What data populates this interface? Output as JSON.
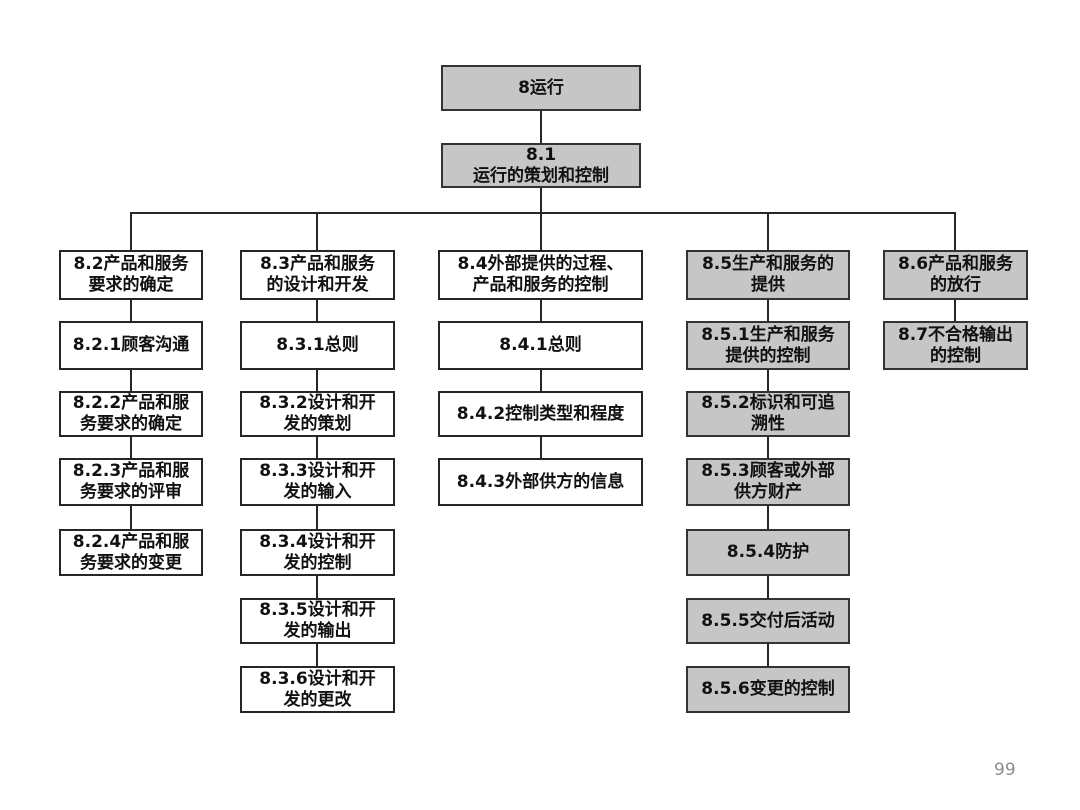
{
  "page": {
    "number": "99"
  },
  "colors": {
    "gray_box_fill": "#c6c6c6",
    "white_box_fill": "#ffffff",
    "box_border": "#262626",
    "connector_line": "#262626",
    "page_number_text": "#8c8c8c"
  },
  "diagram": {
    "root": {
      "lines": [
        "8运行"
      ]
    },
    "planning": {
      "lines": [
        "8.1",
        "运行的策划和控制"
      ]
    },
    "columns": [
      {
        "header": {
          "lines": [
            "8.2产品和服务",
            "要求的确定"
          ]
        },
        "items": [
          {
            "lines": [
              "8.2.1顾客沟通"
            ]
          },
          {
            "lines": [
              "8.2.2产品和服",
              "务要求的确定"
            ]
          },
          {
            "lines": [
              "8.2.3产品和服",
              "务要求的评审"
            ]
          },
          {
            "lines": [
              "8.2.4产品和服",
              "务要求的变更"
            ]
          }
        ]
      },
      {
        "header": {
          "lines": [
            "8.3产品和服务",
            "的设计和开发"
          ]
        },
        "items": [
          {
            "lines": [
              "8.3.1总则"
            ]
          },
          {
            "lines": [
              "8.3.2设计和开",
              "发的策划"
            ]
          },
          {
            "lines": [
              "8.3.3设计和开",
              "发的输入"
            ]
          },
          {
            "lines": [
              "8.3.4设计和开",
              "发的控制"
            ]
          },
          {
            "lines": [
              "8.3.5设计和开",
              "发的输出"
            ]
          },
          {
            "lines": [
              "8.3.6设计和开",
              "发的更改"
            ]
          }
        ]
      },
      {
        "header": {
          "lines": [
            "8.4外部提供的过程、",
            "产品和服务的控制"
          ]
        },
        "items": [
          {
            "lines": [
              "8.4.1总则"
            ]
          },
          {
            "lines": [
              "8.4.2控制类型和程度"
            ]
          },
          {
            "lines": [
              "8.4.3外部供方的信息"
            ]
          }
        ]
      },
      {
        "header": {
          "lines": [
            "8.5生产和服务的",
            "提供"
          ]
        },
        "items": [
          {
            "lines": [
              "8.5.1生产和服务",
              "提供的控制"
            ]
          },
          {
            "lines": [
              "8.5.2标识和可追",
              "溯性"
            ]
          },
          {
            "lines": [
              "8.5.3顾客或外部",
              "供方财产"
            ]
          },
          {
            "lines": [
              "8.5.4防护"
            ]
          },
          {
            "lines": [
              "8.5.5交付后活动"
            ]
          },
          {
            "lines": [
              "8.5.6变更的控制"
            ]
          }
        ]
      },
      {
        "header": {
          "lines": [
            "8.6产品和服务",
            "的放行"
          ]
        },
        "items": [
          {
            "lines": [
              "8.7不合格输出",
              "的控制"
            ]
          }
        ]
      }
    ]
  }
}
